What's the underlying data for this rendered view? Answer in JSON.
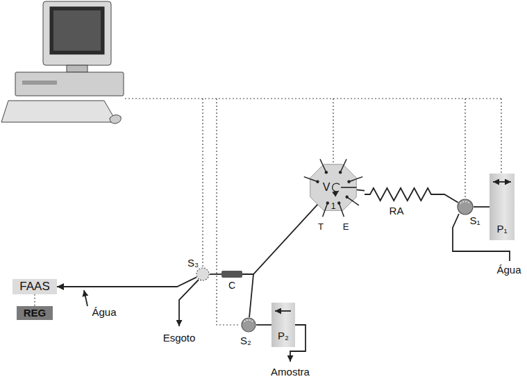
{
  "diagram": {
    "nodes": [
      {
        "text": [
          "FAAS"
        ]
      },
      {
        "text": [
          "REG"
        ]
      },
      {
        "text": [
          "S₃"
        ]
      },
      {
        "text": [
          "C"
        ]
      },
      {
        "text": [
          "V"
        ]
      },
      {
        "text": [
          "RA"
        ]
      },
      {
        "text": [
          "S₁"
        ]
      },
      {
        "text": [
          "P₁"
        ]
      },
      {
        "text": [
          "S₂"
        ]
      },
      {
        "text": [
          "P₂"
        ]
      }
    ],
    "edges": [
      {
        "from": 0,
        "to": 1,
        "arrow": "none"
      },
      {
        "from": 2,
        "to": 0,
        "arrow": "to"
      },
      {
        "from": 3,
        "to": 2,
        "arrow": "none"
      },
      {
        "from": 4,
        "to": 3,
        "arrow": "none"
      },
      {
        "from": 8,
        "to": 3,
        "arrow": "none"
      },
      {
        "from": 4,
        "to": 5,
        "arrow": "none"
      },
      {
        "from": 5,
        "to": 6,
        "arrow": "none"
      },
      {
        "from": 6,
        "to": 7,
        "arrow": "none"
      },
      {
        "from": 8,
        "to": 9,
        "arrow": "none"
      }
    ],
    "labels": [
      "Água",
      "Esgoto",
      "Amostra",
      "Água",
      "T",
      "E",
      "1"
    ]
  }
}
